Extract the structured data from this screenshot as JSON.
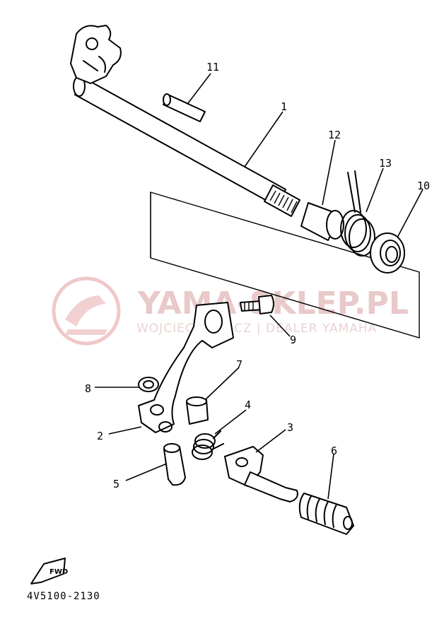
{
  "diagram_code": "4V5100-2130",
  "fwd_label": "FWD",
  "watermark": {
    "title": "YAMA-SKLEP.PL",
    "subtitle": "WOJCIECH ???ICZ | DEALER YAMAHA"
  },
  "callouts": [
    "1",
    "2",
    "3",
    "4",
    "5",
    "6",
    "7",
    "8",
    "9",
    "10",
    "11",
    "12",
    "13"
  ]
}
